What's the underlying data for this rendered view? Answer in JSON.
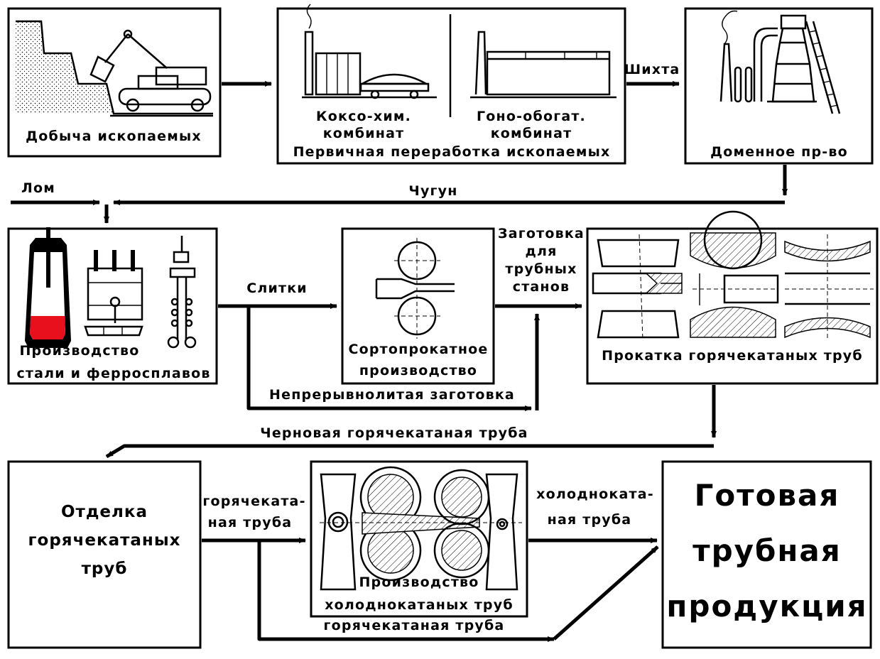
{
  "nodes": {
    "mining": {
      "label": "Добыча ископаемых"
    },
    "primary": {
      "coke_line1": "Коксо-хим.",
      "coke_line2": "комбинат",
      "ore_line1": "Гоно-обогат.",
      "ore_line2": "комбинат",
      "caption": "Первичная переработка ископаемых"
    },
    "blast": {
      "label": "Доменное пр-во"
    },
    "steel": {
      "line1": "Производство",
      "line2": "стали и ферросплавов"
    },
    "section_rolling": {
      "line1": "Сортопрокатное",
      "line2": "производство"
    },
    "hot_rolling": {
      "label": "Прокатка горячекатаных труб"
    },
    "finishing": {
      "line1": "Отделка",
      "line2": "горячекатаных",
      "line3": "труб"
    },
    "cold_rolling": {
      "line1": "Производство",
      "line2": "холоднокатаных труб"
    },
    "final": {
      "line1": "Готовая",
      "line2": "трубная",
      "line3": "продукция"
    }
  },
  "edges": {
    "charge": "Шихта",
    "scrap": "Лом",
    "pig_iron": "Чугун",
    "ingots": "Слитки",
    "billet_line1": "Заготовка",
    "billet_line2": "для",
    "billet_line3": "трубных",
    "billet_line4": "станов",
    "continuous_cast": "Непрерывнолитая заготовка",
    "rough_pipe": "Черновая горячекатаная труба",
    "hot_pipe_line1": "горячеката-",
    "hot_pipe_line2": "ная труба",
    "cold_pipe_line1": "холоднока­та-",
    "cold_pipe_line2": "ная труба",
    "hot_pipe_bottom": "горячекатаная труба"
  },
  "colors": {
    "molten_metal": "#e8101c",
    "ink": "#000000",
    "background": "#ffffff"
  }
}
